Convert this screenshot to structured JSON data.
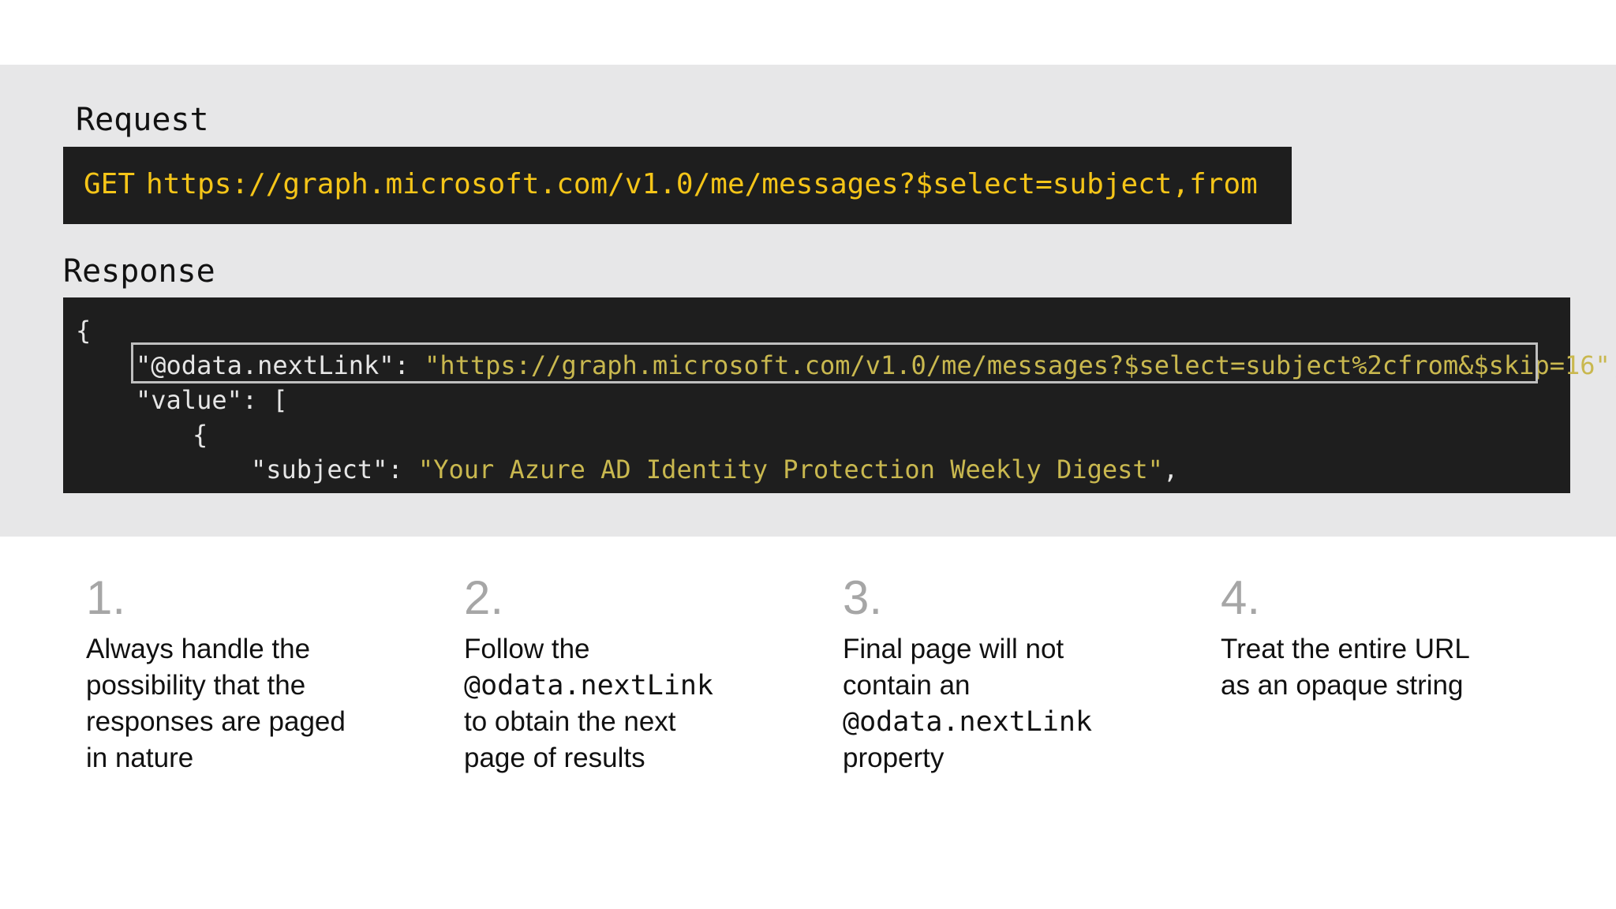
{
  "request": {
    "heading": "Request",
    "method": "GET",
    "url": "https://graph.microsoft.com/v1.0/me/messages?$select=subject,from"
  },
  "response": {
    "heading": "Response",
    "open_brace": "{",
    "next_link_key": "\"@odata.nextLink\": ",
    "next_link_value": "\"https://graph.microsoft.com/v1.0/me/messages?$select=subject%2cfrom&$skip=16\"",
    "next_link_trailing": ",",
    "value_line": "\"value\": [",
    "item_open": "{",
    "subject_key": "\"subject\": ",
    "subject_value": "\"Your Azure AD Identity Protection Weekly Digest\"",
    "subject_trailing": ","
  },
  "tips": [
    {
      "number": "1.",
      "line1": "Always handle the",
      "line2": "possibility that the",
      "line3": "responses are paged",
      "line4": "in nature"
    },
    {
      "number": "2.",
      "line1": "Follow the",
      "line2_code": "@odata.nextLink",
      "line3": "to obtain the next",
      "line4": "page of results"
    },
    {
      "number": "3.",
      "line1": "Final page will not",
      "line2": "contain an",
      "line3_code": "@odata.nextLink",
      "line4": "property"
    },
    {
      "number": "4.",
      "line1": "Treat the entire URL",
      "line2": "as an opaque string"
    }
  ]
}
